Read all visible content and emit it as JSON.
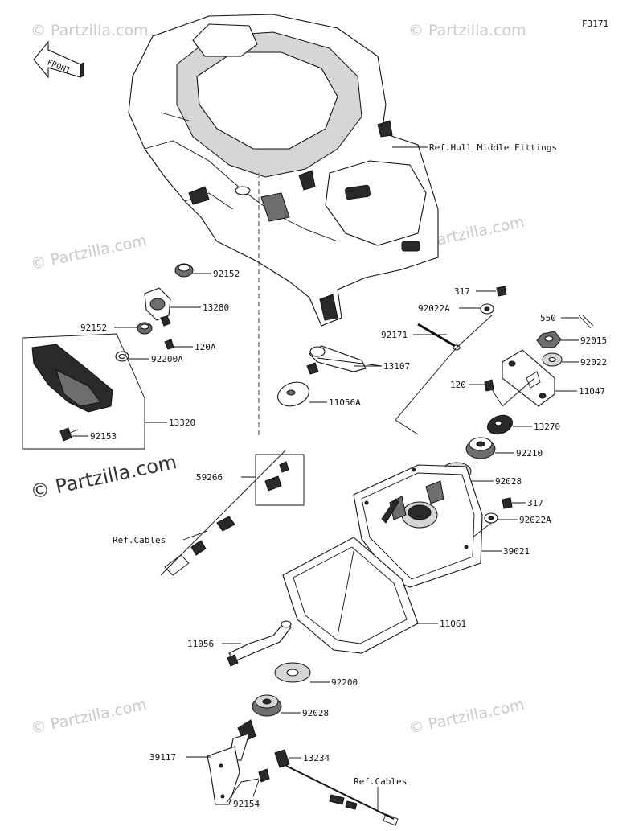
{
  "diagram_code": "F3171",
  "front_label": "FRONT",
  "watermark": "© Partzilla.com",
  "labels": {
    "hull_ref": "Ref.Hull Middle Fittings",
    "p92152_a": "92152",
    "p13280": "13280",
    "p92152_b": "92152",
    "p120A": "120A",
    "p92200A": "92200A",
    "p13320": "13320",
    "p92153": "92153",
    "p13107": "13107",
    "p11056A": "11056A",
    "p59266": "59266",
    "cables_ref_1": "Ref.Cables",
    "p317_a": "317",
    "p92022A_a": "92022A",
    "p92171": "92171",
    "p550": "550",
    "p92015": "92015",
    "p92022": "92022",
    "p120": "120",
    "p11047": "11047",
    "p13270": "13270",
    "p92210": "92210",
    "p92028_a": "92028",
    "p317_b": "317",
    "p92022A_b": "92022A",
    "p39021": "39021",
    "p11061": "11061",
    "p11056": "11056",
    "p92200": "92200",
    "p92028_b": "92028",
    "p39117": "39117",
    "p13234": "13234",
    "p92154": "92154",
    "cables_ref_2": "Ref.Cables"
  }
}
